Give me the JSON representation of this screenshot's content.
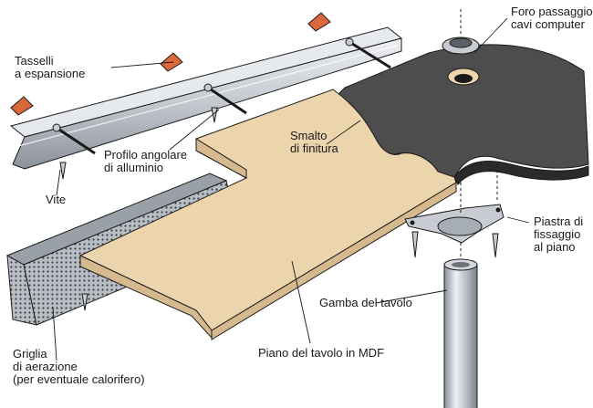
{
  "labels": {
    "tasselli": [
      "Tasselli",
      "a espansione"
    ],
    "profilo": [
      "Profilo angolare",
      "di alluminio"
    ],
    "vite": "Vite",
    "griglia": [
      "Griglia",
      "di aerazione",
      "(per eventuale calorifero)"
    ],
    "smalto": [
      "Smalto",
      "di finitura"
    ],
    "foro": [
      "Foro passaggio",
      "cavi computer"
    ],
    "piastra": [
      "Piastra di",
      "fissaggio",
      "al piano"
    ],
    "gamba": "Gamba del tavolo",
    "piano": "Piano del tavolo in MDF"
  },
  "colors": {
    "mdf": "#ecd4ad",
    "mdf_edge": "#d6b98e",
    "enamel": "#4d4d4d",
    "aluminium": "#c8ccd2",
    "anchor": "#d9683a",
    "outline": "#1a1a1a"
  }
}
